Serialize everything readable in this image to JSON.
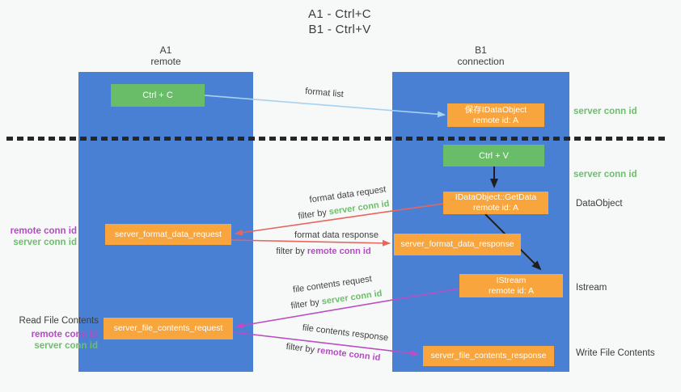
{
  "title": {
    "line1": "A1 - Ctrl+C",
    "line2": "B1 - Ctrl+V"
  },
  "columns": {
    "left": {
      "header_top": "A1",
      "header_bottom": "remote"
    },
    "right": {
      "header_top": "B1",
      "header_bottom": "connection"
    }
  },
  "nodes": {
    "ctrl_c": {
      "label": "Ctrl + C"
    },
    "ctrl_v": {
      "label": "Ctrl + V"
    },
    "save_idataobject": {
      "line1": "保存IDataObject",
      "line2": "remote id: A"
    },
    "idataobject_getdata": {
      "line1": "IDataObject::GetData",
      "line2": "remote id: A"
    },
    "istream": {
      "line1": "IStream",
      "line2": "remote id: A"
    },
    "server_format_data_request": {
      "label": "server_format_data_request"
    },
    "server_format_data_response": {
      "label": "server_format_data_response"
    },
    "server_file_contents_request": {
      "label": "server_file_contents_request"
    },
    "server_file_contents_response": {
      "label": "server_file_contents_response"
    }
  },
  "arrow_labels": {
    "format_list": "format list",
    "format_data_request": "format data request",
    "format_data_response": "format data response",
    "file_contents_request": "file contents request",
    "file_contents_response": "file contents response",
    "filter_by": "filter by",
    "server_conn_id": "server conn id",
    "remote_conn_id": "remote conn id"
  },
  "side_labels": {
    "server_conn_id_top_right": "server conn id",
    "server_conn_id_mid_right": "server conn id",
    "dataobject_right": "DataObject",
    "istream_right": "Istream",
    "write_file_contents_right": "Write File Contents",
    "read_file_contents_left": "Read File Contents",
    "remote_conn_id_left_upper": "remote conn id",
    "server_conn_id_left_upper": "server conn id",
    "remote_conn_id_left_lower": "remote conn id",
    "server_conn_id_left_lower": "server conn id"
  },
  "colors": {
    "column_blue": "#4a80d4",
    "node_green": "#69bd69",
    "node_orange": "#f7a53c",
    "arrow_lightblue": "#a5d2ef",
    "arrow_red": "#e8655c",
    "arrow_purple": "#ba4ec2",
    "arrow_black": "#1f1f1f",
    "text_green": "#6cbf6b",
    "text_purple": "#b44bc4",
    "text_dark": "#3c3c3c",
    "background": "#f7f8f8"
  }
}
